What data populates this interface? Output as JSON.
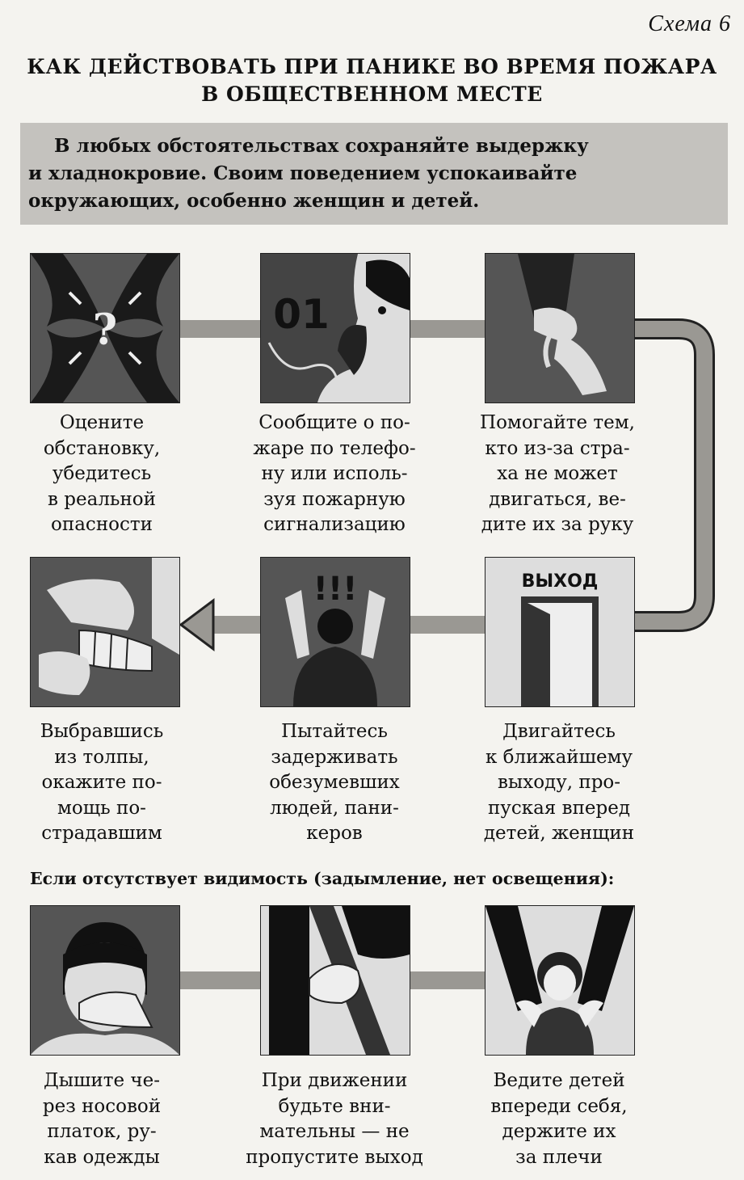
{
  "scheme_label": "Схема 6",
  "title": [
    "КАК ДЕЙСТВОВАТЬ ПРИ ПАНИКЕ ВО ВРЕМЯ ПОЖАРА",
    "В ОБЩЕСТВЕННОМ МЕСТЕ"
  ],
  "intro": [
    "В любых обстоятельствах сохраняйте выдержку",
    "и хладнокровие. Своим поведением успокаивайте",
    "окружающих, особенно женщин и детей."
  ],
  "steps": [
    {
      "icon": "eye-question-icon",
      "caption": [
        "Оцените",
        "обстановку,",
        "убедитесь",
        "в реальной",
        "опасности"
      ]
    },
    {
      "icon": "phone-call-icon",
      "sign": "01",
      "caption": [
        "Сообщите о по-",
        "жаре по телефо-",
        "ну или исполь-",
        "зуя пожарную",
        "сигнализацию"
      ]
    },
    {
      "icon": "helping-hand-icon",
      "caption": [
        "Помогайте тем,",
        "кто из-за стра-",
        "ха не может",
        "двигаться, ве-",
        "дите их за руку"
      ]
    },
    {
      "icon": "bandage-hands-icon",
      "caption": [
        "Выбравшись",
        "из толпы,",
        "окажите по-",
        "мощь по-",
        "страдавшим"
      ]
    },
    {
      "icon": "alarm-person-icon",
      "sign": "!!!",
      "caption": [
        "Пытайтесь",
        "задерживать",
        "обезумевших",
        "людей,  пани-",
        "керов"
      ]
    },
    {
      "icon": "exit-door-icon",
      "sign": "ВЫХОД",
      "caption": [
        "Двигайтесь",
        "к ближайшему",
        "выходу, про-",
        "пуская вперед",
        "детей, женщин"
      ]
    }
  ],
  "low_visibility": {
    "heading": "Если отсутствует видимость (задымление, нет освещения):",
    "steps": [
      {
        "icon": "cover-mouth-icon",
        "caption": [
          "Дышите че-",
          "рез носовой",
          "платок, ру-",
          "кав одежды"
        ]
      },
      {
        "icon": "hand-on-wall-icon",
        "caption": [
          "При движении",
          "будьте вни-",
          "мательны — не",
          "пропустите выход"
        ]
      },
      {
        "icon": "guide-child-icon",
        "caption": [
          "Ведите детей",
          "впереди себя,",
          "держите их",
          "за плечи"
        ]
      }
    ]
  }
}
